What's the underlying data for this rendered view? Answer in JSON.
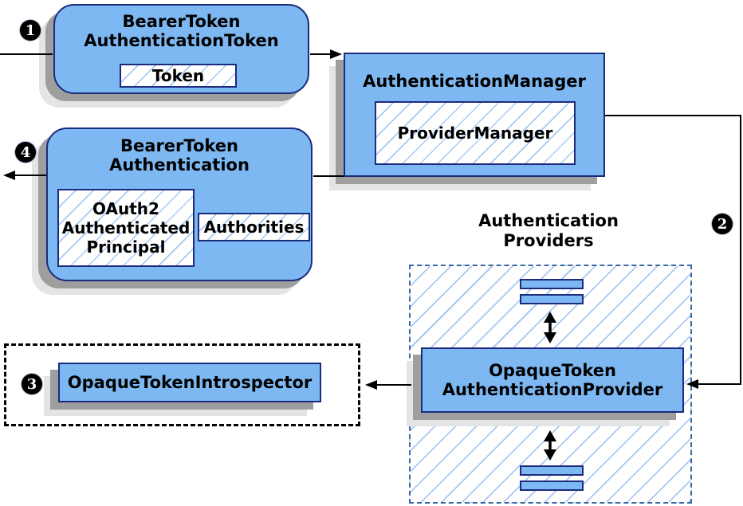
{
  "colors": {
    "node_fill": "#7db8f2",
    "node_border": "#1c2b7d",
    "hatch_line": "#a8c9f3",
    "shadow_dark": "#9e9e9e",
    "shadow_light": "#e4e4e4",
    "providers_dash_border": "#3a69a2",
    "connector": "#000000",
    "badge_bg": "#000000",
    "badge_text": "#ffffff"
  },
  "nodes": {
    "bt_auth_token": {
      "line1": "BearerToken",
      "line2": "AuthenticationToken",
      "token_label": "Token"
    },
    "auth_manager": {
      "title": "AuthenticationManager",
      "provider_manager_label": "ProviderManager"
    },
    "bt_authentication": {
      "line1": "BearerToken",
      "line2": "Authentication",
      "principal_line1": "OAuth2",
      "principal_line2": "Authenticated",
      "principal_line3": "Principal",
      "authorities_label": "Authorities"
    },
    "introspector": {
      "title": "OpaqueTokenIntrospector"
    },
    "providers": {
      "title_line1": "Authentication",
      "title_line2": "Providers",
      "provider_line1": "OpaqueToken",
      "provider_line2": "AuthenticationProvider"
    }
  },
  "badges": {
    "step1": "1",
    "step2": "2",
    "step3": "3",
    "step4": "4"
  }
}
